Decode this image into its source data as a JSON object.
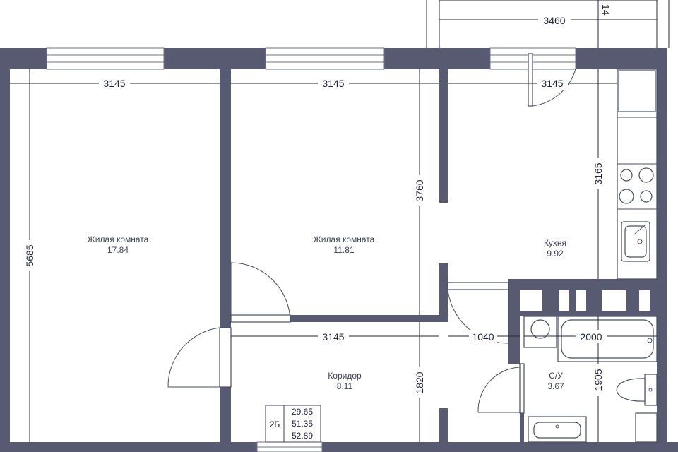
{
  "plan": {
    "rooms": [
      {
        "name": "Жилая комната",
        "area": "17.84"
      },
      {
        "name": "Жилая комната",
        "area": "11.81"
      },
      {
        "name": "Кухня",
        "area": "9.92"
      },
      {
        "name": "Коридор",
        "area": "8.11"
      },
      {
        "name": "С/У",
        "area": "3.67"
      }
    ],
    "dimensions": {
      "balcony_width": "3460",
      "balcony_depth": "14",
      "room1_width": "3145",
      "room2_width": "3145",
      "kitchen_width": "3145",
      "room1_depth": "5685",
      "room2_depth": "3760",
      "kitchen_depth": "3165",
      "corridor_width": "3145",
      "corridor_depth": "1820",
      "hall_gap": "1040",
      "bath_width": "2000",
      "bath_depth": "1905"
    },
    "apartment": {
      "type": "2Б",
      "living_area": "29.65",
      "total_area": "51.35",
      "total_area_with_balcony": "52.89"
    }
  }
}
